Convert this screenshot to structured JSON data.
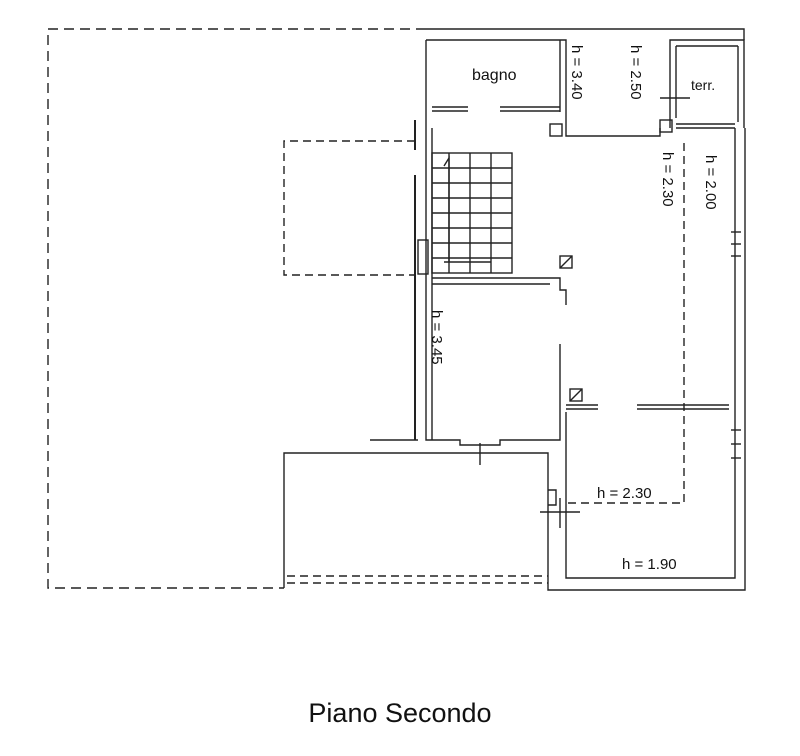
{
  "rooms": {
    "bagno": "bagno",
    "terr": "terr."
  },
  "heights": {
    "h340": "h = 3.40",
    "h250": "h = 2.50",
    "h230_top": "h = 2.30",
    "h200": "h = 2.00",
    "h345": "h = 3.45",
    "h230_bottom": "h = 2.30",
    "h190": "h = 1.90"
  },
  "title": "Piano Secondo"
}
